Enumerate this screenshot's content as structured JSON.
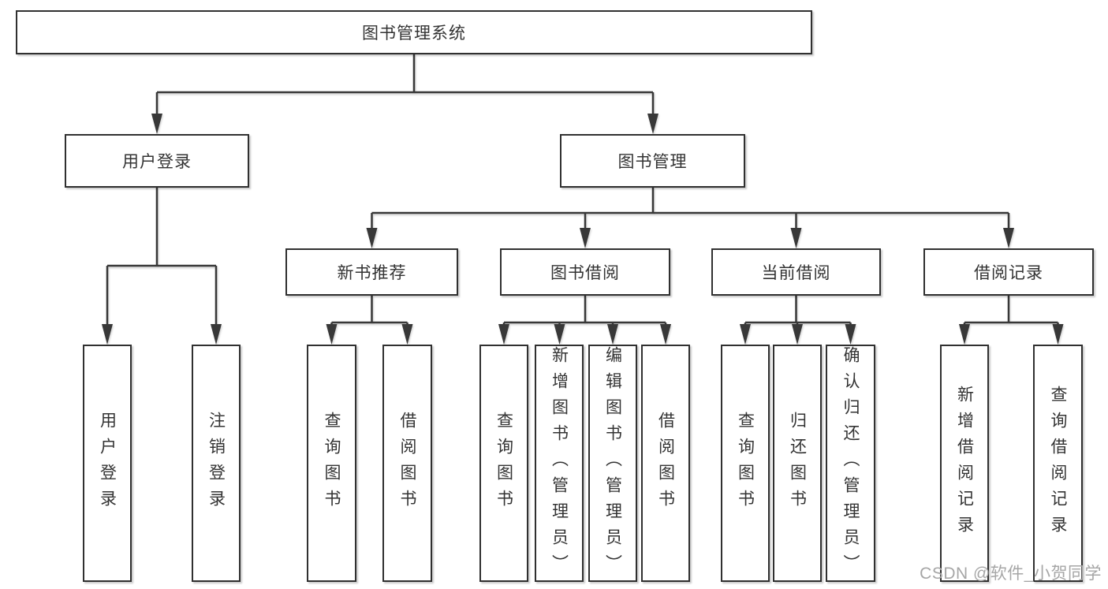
{
  "diagram": {
    "root": {
      "label": "图书管理系统"
    },
    "level2": [
      {
        "label": "用户登录"
      },
      {
        "label": "图书管理"
      }
    ],
    "level3": [
      {
        "label": "新书推荐"
      },
      {
        "label": "图书借阅"
      },
      {
        "label": "当前借阅"
      },
      {
        "label": "借阅记录"
      }
    ],
    "leaves": [
      {
        "label": "用户登录"
      },
      {
        "label": "注销登录"
      },
      {
        "label": "查询图书"
      },
      {
        "label": "借阅图书"
      },
      {
        "label": "查询图书"
      },
      {
        "label": "新增图书（管理员）"
      },
      {
        "label": "编辑图书（管理员）"
      },
      {
        "label": "借阅图书"
      },
      {
        "label": "查询图书"
      },
      {
        "label": "归还图书"
      },
      {
        "label": "确认归还（管理员）"
      },
      {
        "label": "新增借阅记录"
      },
      {
        "label": "查询借阅记录"
      }
    ]
  },
  "watermark": {
    "text": "CSDN @软件_小贺同学"
  },
  "colors": {
    "line": "#383838",
    "border": "#303030",
    "text": "#333333",
    "watermark": "#a6a6a6",
    "background": "#ffffff"
  }
}
